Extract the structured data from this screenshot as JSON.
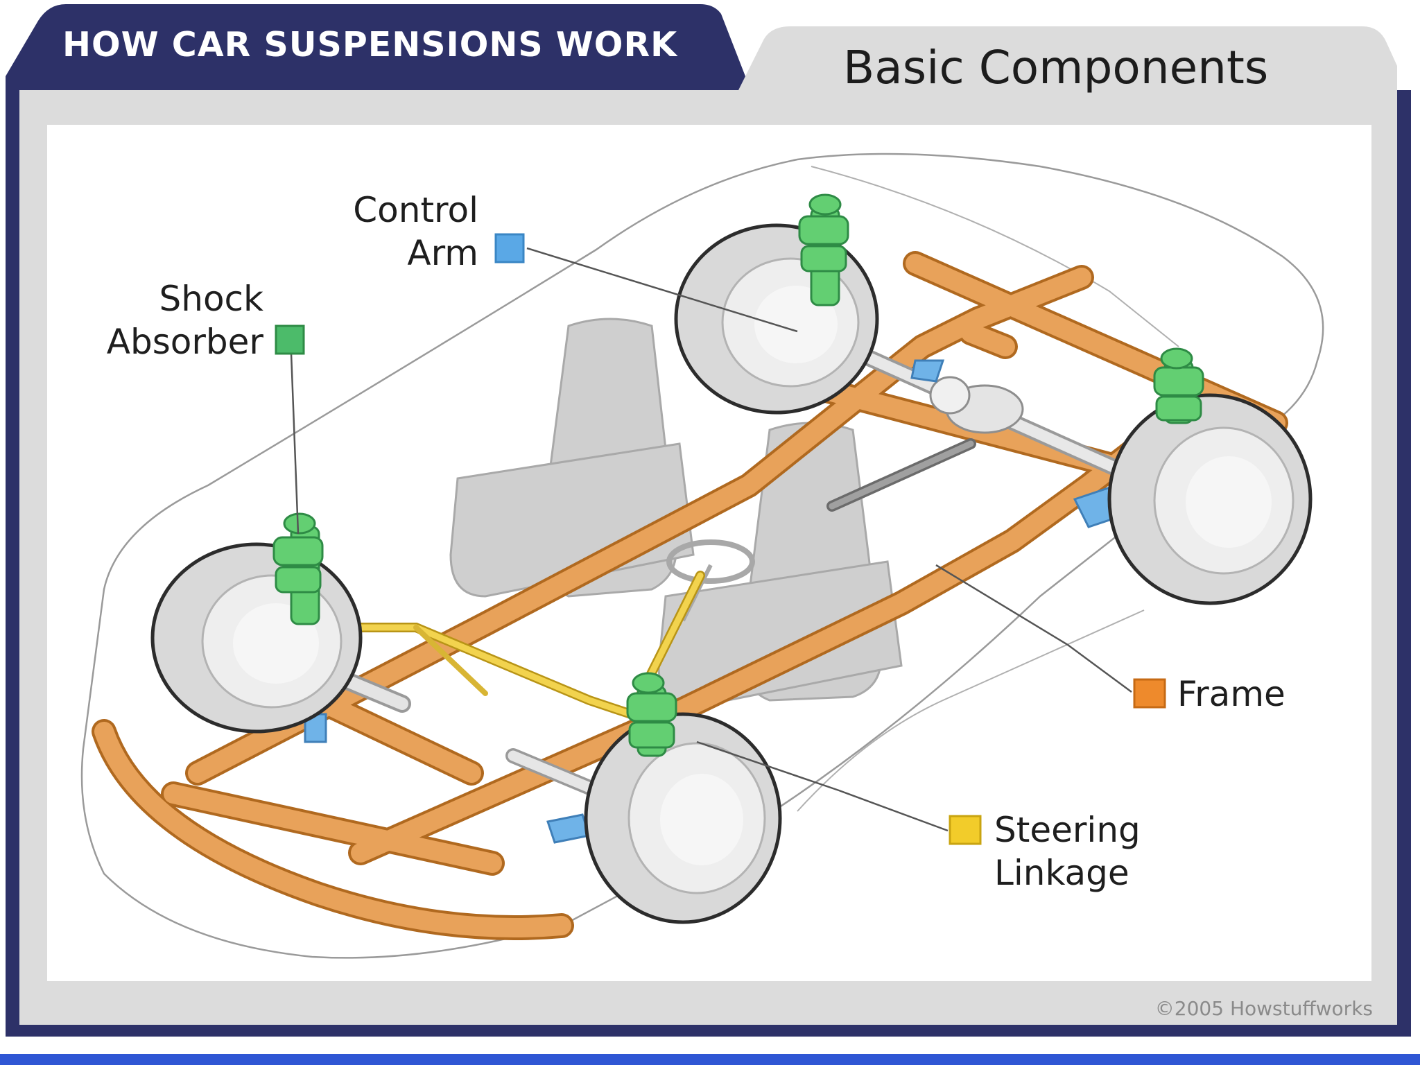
{
  "header": {
    "title": "HOW CAR SUSPENSIONS WORK",
    "subtitle": "Basic Components"
  },
  "labels": {
    "control_arm": {
      "line1": "Control",
      "line2": "Arm",
      "color": "#5aa8e6"
    },
    "shock_absorber": {
      "line1": "Shock",
      "line2": "Absorber",
      "color": "#4cbb6a"
    },
    "frame": {
      "line1": "Frame",
      "color": "#ee8a2c"
    },
    "steering_linkage": {
      "line1": "Steering",
      "line2": "Linkage",
      "color": "#f2cc2a"
    }
  },
  "footer": {
    "copyright": "©2005 Howstuffworks"
  },
  "colors": {
    "header_bar": "#2d3168",
    "frame": "#e8a25a",
    "bottom_strip": "#2f56d4"
  }
}
